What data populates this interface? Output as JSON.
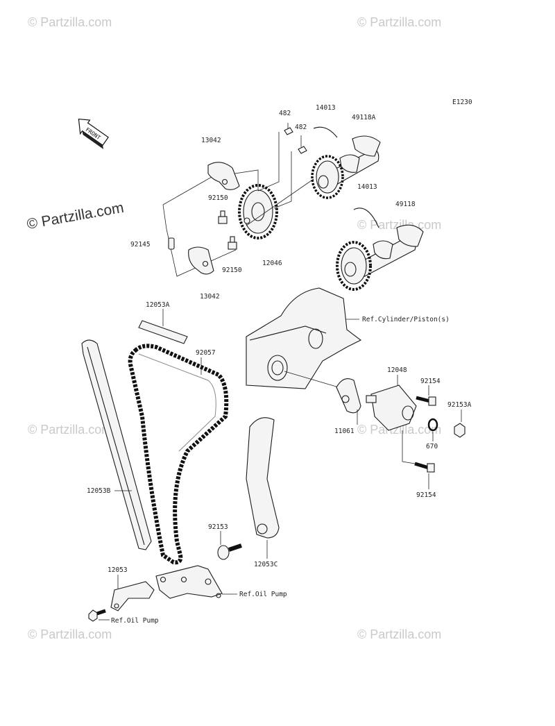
{
  "diagram_code": "E1230",
  "front_label": "FRONT",
  "watermark_main": "© Partzilla.com",
  "watermark_faint": "© Partzilla.com",
  "labels": {
    "p482a": "482",
    "p482b": "482",
    "p14013a": "14013",
    "p49118a": "49118A",
    "p13042a": "13042",
    "p92150a": "92150",
    "p92145": "92145",
    "p92150b": "92150",
    "p12046": "12046",
    "p13042b": "13042",
    "p14013b": "14013",
    "p49118": "49118",
    "p12053a": "12053A",
    "p92057": "92057",
    "ref_cyl": "Ref.Cylinder/Piston(s)",
    "p12048": "12048",
    "p92154a": "92154",
    "p92153a": "92153A",
    "p11061": "11061",
    "p670": "670",
    "p92154b": "92154",
    "p12053b": "12053B",
    "p92153": "92153",
    "p12053c": "12053C",
    "p12053": "12053",
    "ref_oil1": "Ref.Oil Pump",
    "ref_oil2": "Ref.Oil Pump"
  }
}
